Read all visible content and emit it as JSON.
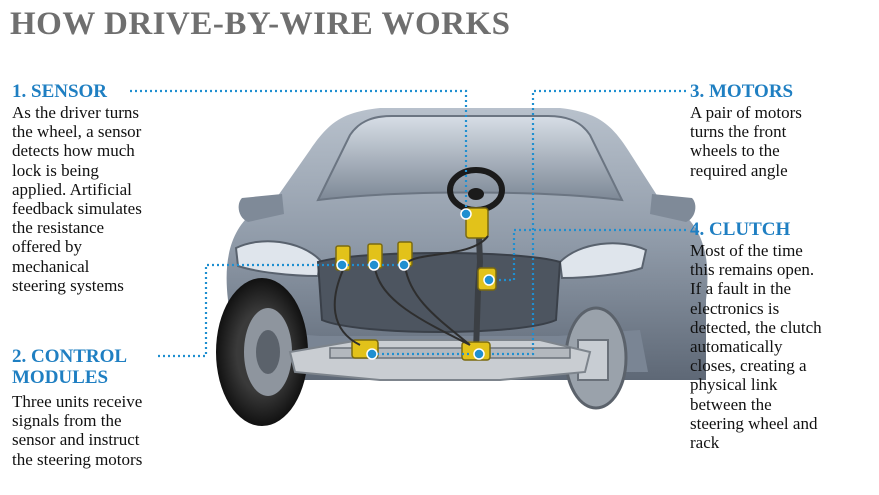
{
  "title": "HOW DRIVE-BY-WIRE WORKS",
  "colors": {
    "heading": "#1f7fc2",
    "title": "#6f6f6f",
    "leader": "#1f8fd0",
    "body_paint": "#8e99a8",
    "component": "#e2c21a"
  },
  "callouts": {
    "sensor": {
      "heading": "1. SENSOR",
      "lines": [
        "As the driver turns",
        "the wheel, a sensor",
        "detects how much",
        "lock is being",
        "applied. Artificial",
        "feedback simulates",
        "the resistance",
        "offered by",
        "mechanical",
        "steering systems"
      ]
    },
    "control": {
      "heading_lines": [
        "2. CONTROL",
        "MODULES"
      ],
      "lines": [
        "Three units receive",
        "signals from the",
        "sensor and instruct",
        "the steering motors"
      ]
    },
    "motors": {
      "heading": "3. MOTORS",
      "lines": [
        "A pair of motors",
        "turns the front",
        "wheels to the",
        "required angle"
      ]
    },
    "clutch": {
      "heading": "4. CLUTCH",
      "lines": [
        "Most of the time",
        "this remains open.",
        "If a fault in the",
        "electronics is",
        "detected, the clutch",
        "automatically",
        "closes, creating a",
        "physical link",
        "between the",
        "steering wheel and",
        "rack"
      ]
    }
  },
  "icons": [
    "steering-wheel-icon",
    "front-tire-icon",
    "brake-disc-icon"
  ]
}
